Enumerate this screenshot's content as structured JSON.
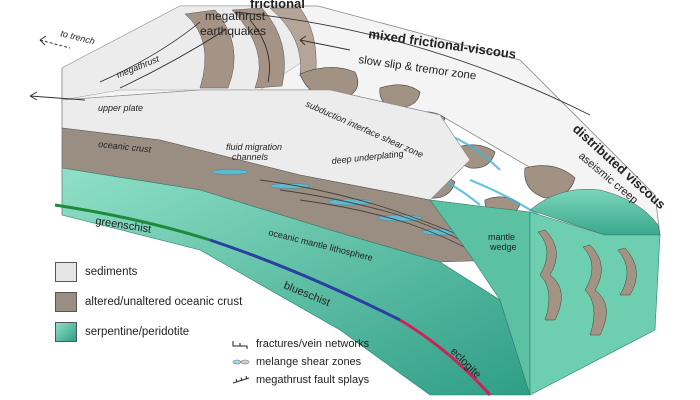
{
  "regimes": {
    "frictional": "frictional",
    "mixed": "mixed frictional-viscous",
    "distributed": "distributed viscous"
  },
  "labels": {
    "to_trench": "to trench",
    "megathrust": "megathrust",
    "megathrust_eq_1": "megathrust",
    "megathrust_eq_2": "earthquakes",
    "slow_slip": "slow slip & tremor zone",
    "aseismic": "aseismic creep",
    "upper_plate": "upper plate",
    "oceanic_crust": "oceanic crust",
    "fluid_1": "fluid migration",
    "fluid_2": "channels",
    "deep_underplating": "deep underplating",
    "shear_zone": "subduction interface shear zone",
    "mantle_1": "mantle",
    "mantle_2": "wedge",
    "oml": "oceanic mantle lithosphere"
  },
  "facies": {
    "greenschist": "greenschist",
    "blueschist": "blueschist",
    "eclogite": "eclogite",
    "colors": {
      "greenschist": "#1f8a3c",
      "blueschist": "#2a3fa0",
      "eclogite": "#d0205a"
    }
  },
  "legend": {
    "items": [
      {
        "label": "sediments",
        "color": "#e6e6e6"
      },
      {
        "label": "altered/unaltered oceanic crust",
        "color": "#9a8d82"
      },
      {
        "label": "serpentine/peridotite",
        "color": "#5fc6a8"
      }
    ],
    "symbols": [
      {
        "label": "fractures/vein networks",
        "icon": "vein-icon"
      },
      {
        "label": "melange shear zones",
        "icon": "melange-icon"
      },
      {
        "label": "megathrust fault splays",
        "icon": "fault-splay-icon"
      }
    ]
  }
}
